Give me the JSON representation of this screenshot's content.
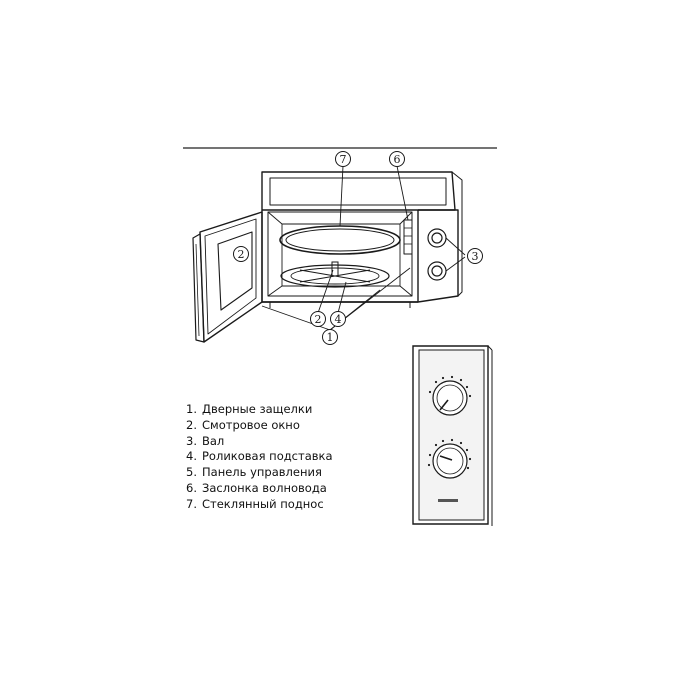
{
  "callouts": [
    "7",
    "6",
    "2",
    "3",
    "2",
    "4",
    "1"
  ],
  "legend": [
    {
      "num": "1.",
      "text": "Дверные защелки"
    },
    {
      "num": "2.",
      "text": "Смотровое окно"
    },
    {
      "num": "3.",
      "text": "Вал"
    },
    {
      "num": "4.",
      "text": "Роликовая подставка"
    },
    {
      "num": "5.",
      "text": "Панель управления"
    },
    {
      "num": "6.",
      "text": "Заслонка волновода"
    },
    {
      "num": "7.",
      "text": "Стеклянный поднос"
    }
  ],
  "colors": {
    "ink": "#1a1a1a",
    "panel_fill": "#f3f3f3",
    "background": "#ffffff"
  }
}
